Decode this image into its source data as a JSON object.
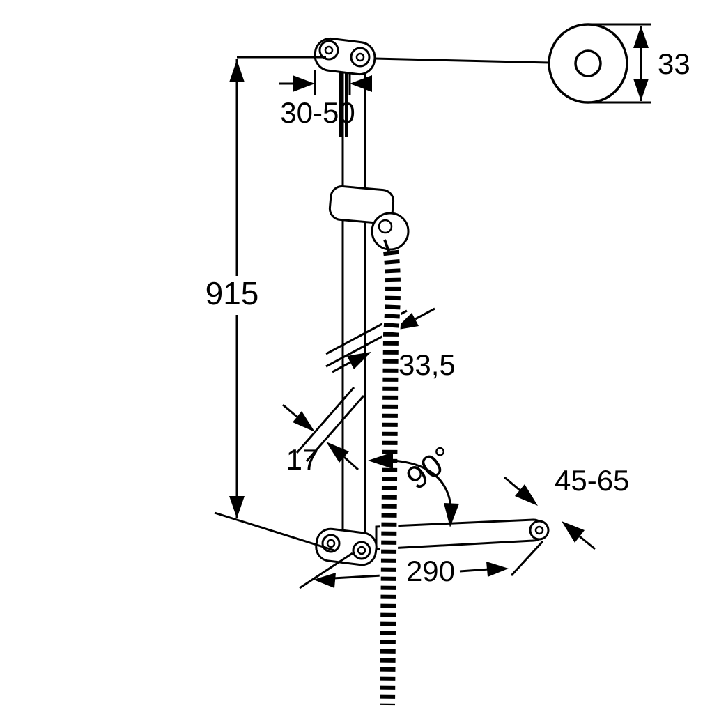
{
  "page": {
    "background": "#ffffff",
    "ink": "#000000"
  },
  "drawing": {
    "title": "Shower rail dimensional drawing",
    "labels": {
      "wall_clearance_top": "30-50",
      "flange_diameter": "33",
      "rail_height": "915",
      "rail_cross_depth": "33,5",
      "rail_cross_width": "17",
      "angle": "90°",
      "bar_wall_clearance": "45-65",
      "bar_length": "290"
    }
  }
}
